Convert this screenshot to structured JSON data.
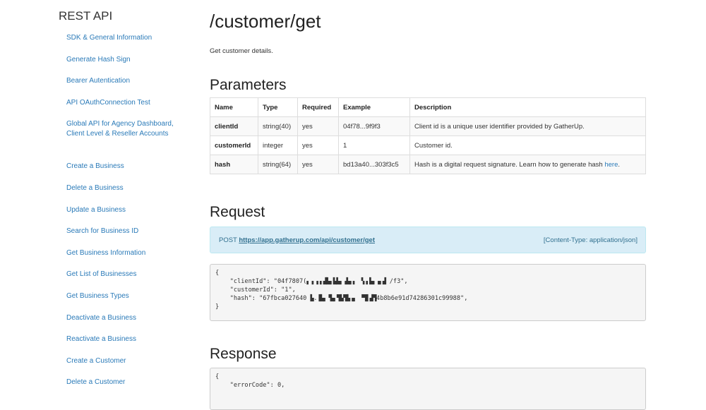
{
  "sidebar": {
    "title": "REST API",
    "items": [
      {
        "label": "SDK & General Information"
      },
      {
        "label": "Generate Hash Sign"
      },
      {
        "label": "Bearer Autentication"
      },
      {
        "label": "API OAuthConnection Test"
      },
      {
        "label": "Global API for Agency Dashboard, Client Level & Reseller Accounts"
      },
      {
        "label": "Create a Business"
      },
      {
        "label": "Delete a Business"
      },
      {
        "label": "Update a Business"
      },
      {
        "label": "Search for Business ID"
      },
      {
        "label": "Get Business Information"
      },
      {
        "label": "Get List of Businesses"
      },
      {
        "label": "Get Business Types"
      },
      {
        "label": "Deactivate a Business"
      },
      {
        "label": "Reactivate a Business"
      },
      {
        "label": "Create a Customer"
      },
      {
        "label": "Delete a Customer"
      }
    ]
  },
  "main": {
    "title": "/customer/get",
    "description": "Get customer details.",
    "parameters": {
      "heading": "Parameters",
      "columns": [
        "Name",
        "Type",
        "Required",
        "Example",
        "Description"
      ],
      "rows": [
        {
          "name": "clientId",
          "type": "string(40)",
          "required": "yes",
          "example": "04f78...9f9f3",
          "description": "Client id is a unique user identifier provided by GatherUp.",
          "link": ""
        },
        {
          "name": "customerId",
          "type": "integer",
          "required": "yes",
          "example": "1",
          "description": "Customer id.",
          "link": ""
        },
        {
          "name": "hash",
          "type": "string(64)",
          "required": "yes",
          "example": "bd13a40...303f3c5",
          "description": "Hash is a digital request signature. Learn how to generate hash ",
          "link": "here",
          "after_link": "."
        }
      ]
    },
    "request": {
      "heading": "Request",
      "method": "POST",
      "url": "https://app.gatherup.com/api/customer/get",
      "content_type": "[Content-Type: application/json]",
      "code": {
        "open": "{",
        "client_id_prefix": "    \"clientId\": \"04f7807(",
        "client_id_suffix": "/f3\",",
        "customer_id_line": "    \"customerId\": \"1\",",
        "hash_prefix": "    \"hash\": \"67fbca027640",
        "hash_suffix": "4b8b6e91d74286301c99988\",",
        "close": "}"
      }
    },
    "response": {
      "heading": "Response",
      "code": {
        "open": "{",
        "line1": "    \"errorCode\": 0,"
      }
    }
  }
}
